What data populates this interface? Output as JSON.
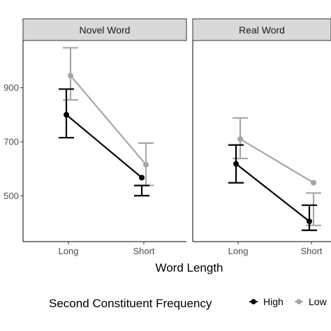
{
  "chart_data": {
    "type": "line",
    "panels": [
      {
        "title": "Novel Word",
        "series": [
          {
            "name": "High",
            "color": "#000000",
            "x": [
              "Long",
              "Short"
            ],
            "values": [
              800,
              567
            ],
            "err_low": [
              715,
              500
            ],
            "err_high": [
              895,
              538
            ]
          },
          {
            "name": "Low",
            "color": "#a6a6a6",
            "x": [
              "Long",
              "Short"
            ],
            "values": [
              945,
              615
            ],
            "err_low": [
              855,
              538
            ],
            "err_high": [
              1048,
              695
            ]
          }
        ]
      },
      {
        "title": "Real Word",
        "series": [
          {
            "name": "High",
            "color": "#000000",
            "x": [
              "Long",
              "Short"
            ],
            "values": [
              618,
              405
            ],
            "err_low": [
              548,
              372
            ],
            "err_high": [
              688,
              465
            ]
          },
          {
            "name": "Low",
            "color": "#a6a6a6",
            "x": [
              "Long",
              "Short"
            ],
            "values": [
              710,
              548
            ],
            "err_low": [
              638,
              390
            ],
            "err_high": [
              788,
              510
            ]
          }
        ]
      }
    ],
    "categories": [
      "Long",
      "Short"
    ],
    "y_ticks": [
      500,
      700,
      900
    ],
    "y_tick_labels": [
      "500",
      "700",
      "900"
    ],
    "ylim": [
      330,
      1075
    ],
    "xlabel": "Word Length",
    "ylabel": "",
    "grid": false,
    "legend": {
      "title": "Second Constituent Frequency",
      "position": "bottom",
      "entries": [
        "High",
        "Low"
      ]
    }
  }
}
